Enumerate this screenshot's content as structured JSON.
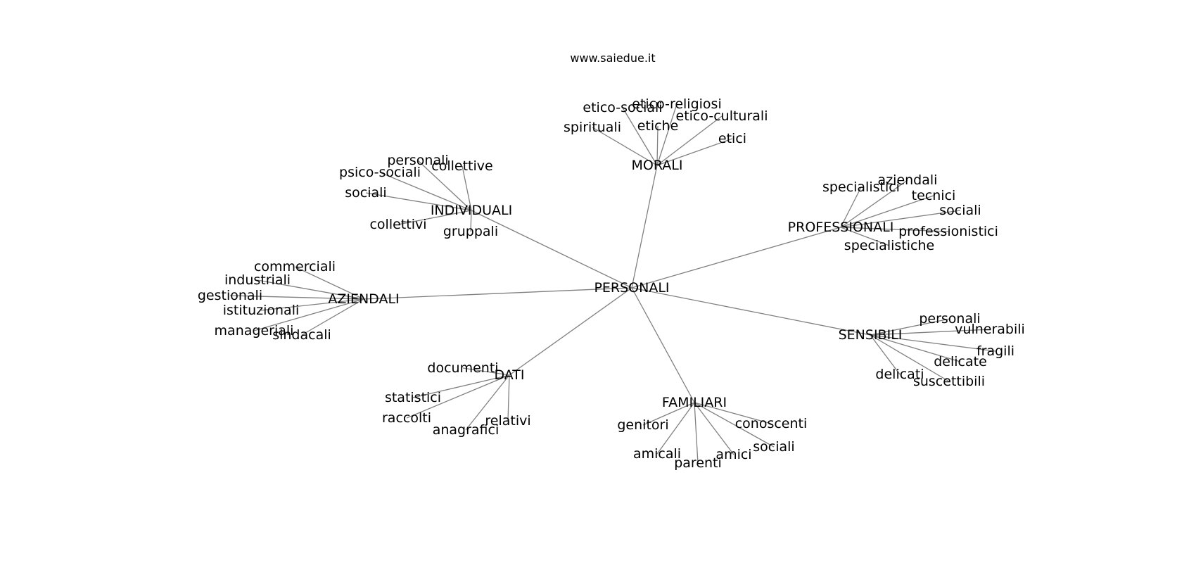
{
  "header": {
    "site": "www.saiedue.it"
  },
  "colors": {
    "edge": "#808080",
    "text": "#000000",
    "background": "#ffffff"
  },
  "graph": {
    "root": "PERSONALI",
    "branches": [
      {
        "id": "morali",
        "label": "MORALI",
        "children": [
          "etico-sociali",
          "etico-religiosi",
          "etiche",
          "etico-culturali",
          "spirituali",
          "etici"
        ]
      },
      {
        "id": "individuali",
        "label": "INDIVIDUALI",
        "children": [
          "personali",
          "collettive",
          "psico-sociali",
          "sociali",
          "collettivi",
          "gruppali"
        ]
      },
      {
        "id": "professionali",
        "label": "PROFESSIONALI",
        "children": [
          "specialistici",
          "aziendali",
          "tecnici",
          "sociali",
          "professionistici",
          "specialistiche"
        ]
      },
      {
        "id": "aziendali",
        "label": "AZIENDALI",
        "children": [
          "commerciali",
          "industriali",
          "gestionali",
          "istituzionali",
          "manageriali",
          "sindacali"
        ]
      },
      {
        "id": "sensibili",
        "label": "SENSIBILI",
        "children": [
          "personali",
          "vulnerabili",
          "fragili",
          "delicate",
          "delicati",
          "suscettibili"
        ]
      },
      {
        "id": "dati",
        "label": "DATI",
        "children": [
          "documenti",
          "statistici",
          "raccolti",
          "anagrafici",
          "relativi"
        ]
      },
      {
        "id": "familiari",
        "label": "FAMILIARI",
        "children": [
          "genitori",
          "conoscenti",
          "sociali",
          "amicali",
          "amici",
          "parenti"
        ]
      }
    ]
  }
}
